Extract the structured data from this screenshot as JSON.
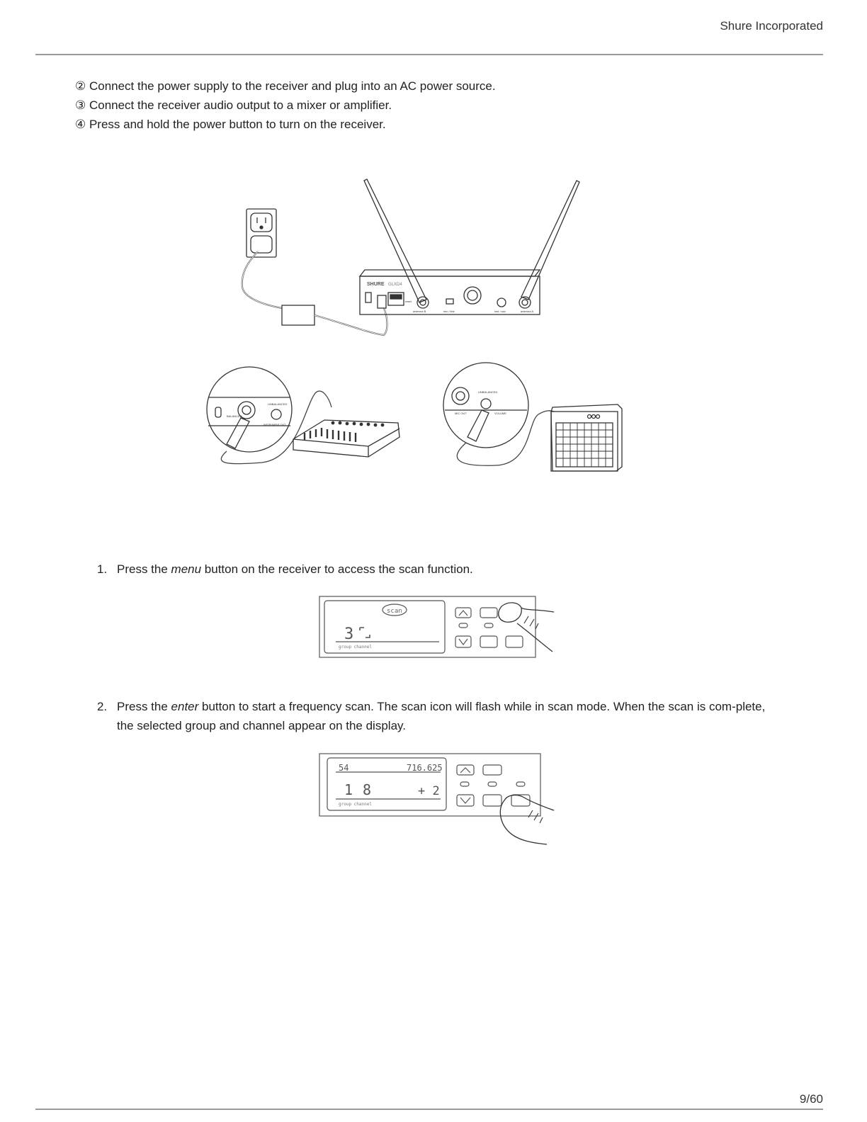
{
  "header": {
    "company": "Shure Incorporated"
  },
  "steps": [
    "② Connect the power supply to the receiver and plug into an AC power source.",
    "③ Connect the receiver audio output to a mixer or amplifier.",
    "④ Press and hold the power button to turn on the receiver."
  ],
  "list": [
    {
      "number": "1.",
      "before": "Press the ",
      "emphasis": "menu",
      "after": " button on the receiver to access the scan function."
    },
    {
      "number": "2.",
      "before": "Press the ",
      "emphasis": "enter",
      "after": " button to start a frequency scan. The scan icon will flash while in scan mode. When the scan is com-plete, the selected group and channel appear on the display."
    }
  ],
  "receiver_panel": {
    "brand": "SHURE",
    "model": "GLXD4",
    "labels": [
      "antenna B",
      "mic / line",
      "inst / aux",
      "antenna A",
      "reset"
    ]
  },
  "detail_mixer": {
    "labels": [
      "UNBALANCED",
      "BALANCED",
      "INSTRUMENT OUT"
    ]
  },
  "detail_amp": {
    "labels": [
      "UNBALANCED",
      "MIC OUT",
      "VOLUME"
    ]
  },
  "display1": {
    "icon_label": "scan",
    "digits": "3",
    "bottom_labels": "group  channel"
  },
  "display2": {
    "top_left": "54",
    "top_right": "716.625",
    "group": "1",
    "channel": "8",
    "gain": "+ 2",
    "bottom_labels": "group  channel"
  },
  "page": {
    "number": "9/60"
  }
}
